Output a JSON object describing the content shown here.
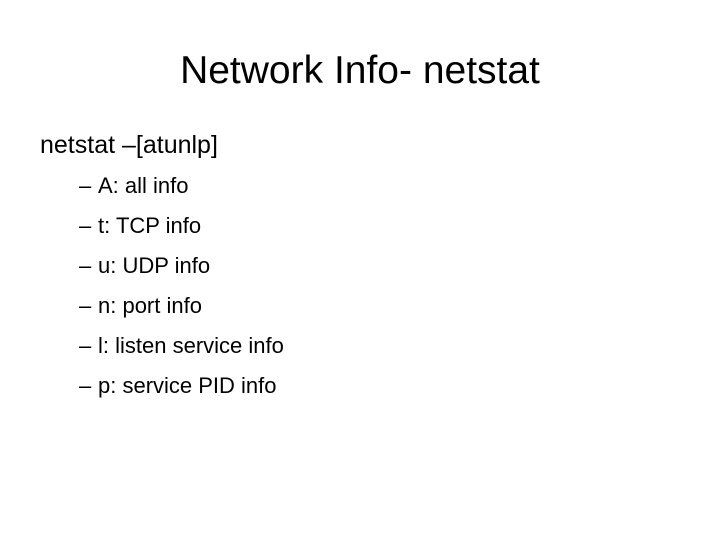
{
  "slide": {
    "title": "Network Info- netstat",
    "background_color": "#ffffff",
    "text_color": "#000000",
    "bullets": [
      {
        "level": 1,
        "text": "netstat –[atunlp]"
      }
    ],
    "sub_bullets": [
      {
        "marker": "–",
        "text": "A: all info"
      },
      {
        "marker": "–",
        "text": "t: TCP info"
      },
      {
        "marker": "–",
        "text": "u: UDP info"
      },
      {
        "marker": "–",
        "text": "n: port info"
      },
      {
        "marker": "–",
        "text": "l: listen service info"
      },
      {
        "marker": "–",
        "text": "p: service PID info"
      }
    ]
  }
}
